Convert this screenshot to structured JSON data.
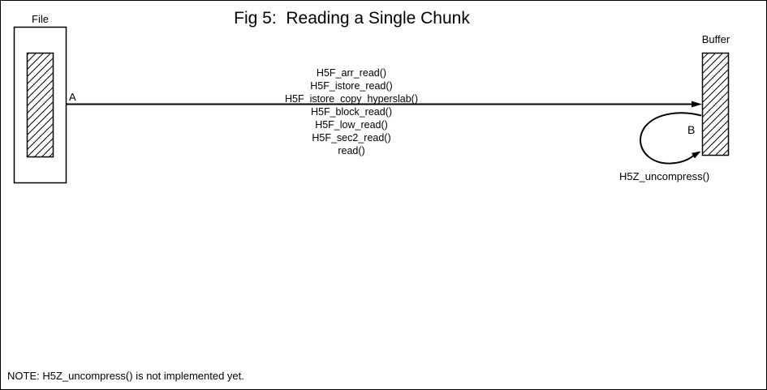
{
  "title": "Fig 5:  Reading a Single Chunk",
  "file_box": {
    "label": "File"
  },
  "buffer_box": {
    "label": "Buffer"
  },
  "arrow_a": {
    "label": "A",
    "call_stack": [
      "H5F_arr_read()",
      "H5F_istore_read()",
      "H5F_istore_copy_hyperslab()",
      "H5F_block_read()",
      "H5F_low_read()",
      "H5F_sec2_read()",
      "read()"
    ]
  },
  "arrow_b": {
    "label": "B",
    "call_label": "H5Z_uncompress()"
  },
  "note": "NOTE: H5Z_uncompress() is not implemented yet.",
  "colors": {
    "ink": "#000000",
    "background": "#ffffff"
  }
}
